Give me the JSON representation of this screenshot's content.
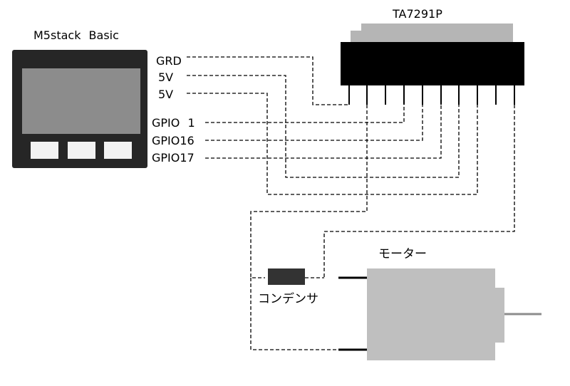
{
  "device": {
    "title": "M5stack Basic",
    "pins": [
      "GRD",
      "5V",
      "5V",
      "GPIO 1",
      "GPIO16",
      "GPIO17"
    ],
    "buttons": 3
  },
  "driver_ic": {
    "title": "TA7291P",
    "pin_count": 10
  },
  "capacitor": {
    "label": "コンデンサ"
  },
  "motor": {
    "label": "モーター"
  },
  "colors": {
    "device_body": "#262626",
    "device_screen": "#8c8c8c",
    "device_button": "#f2f2f2",
    "ic_body": "#000000",
    "ic_top": "#b5b5b5",
    "capacitor": "#333333",
    "motor_body": "#bfbfbf",
    "motor_shaft": "#8c8c8c",
    "wire": "#000000"
  }
}
